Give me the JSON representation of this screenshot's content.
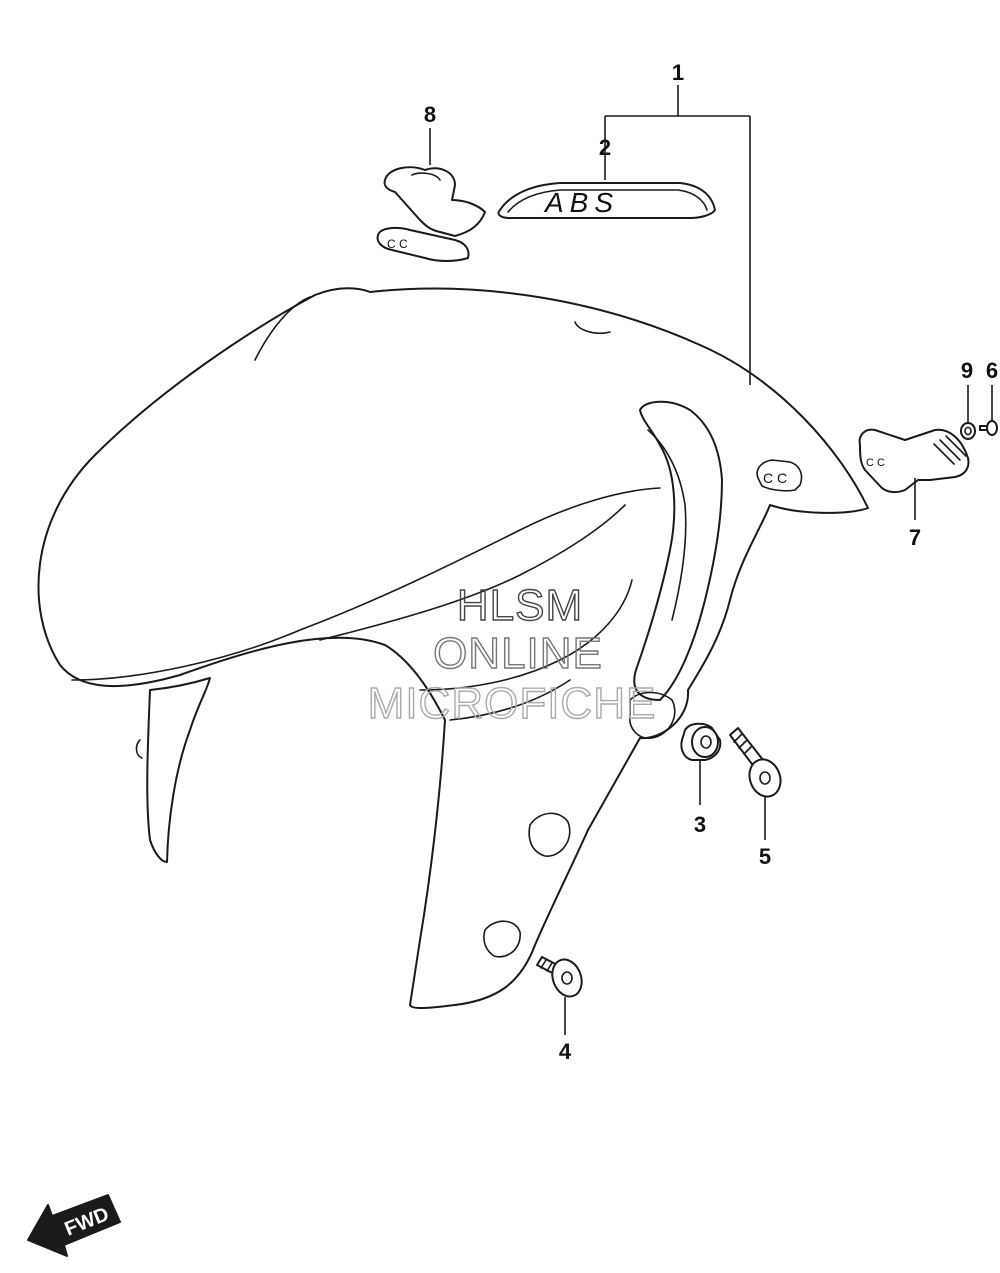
{
  "callouts": [
    {
      "id": "1",
      "label": "1"
    },
    {
      "id": "2",
      "label": "2"
    },
    {
      "id": "3",
      "label": "3"
    },
    {
      "id": "4",
      "label": "4"
    },
    {
      "id": "5",
      "label": "5"
    },
    {
      "id": "6",
      "label": "6"
    },
    {
      "id": "7",
      "label": "7"
    },
    {
      "id": "8",
      "label": "8"
    },
    {
      "id": "9",
      "label": "9"
    }
  ],
  "emblem_text": "ABS",
  "watermark": {
    "line1": "HLSM",
    "line2": "ONLINE",
    "line3": "MICROFICHE"
  },
  "direction_label": "FWD",
  "colors": {
    "ink": "#1a1a1a",
    "watermark": "#9a9a9a",
    "background": "#ffffff"
  }
}
